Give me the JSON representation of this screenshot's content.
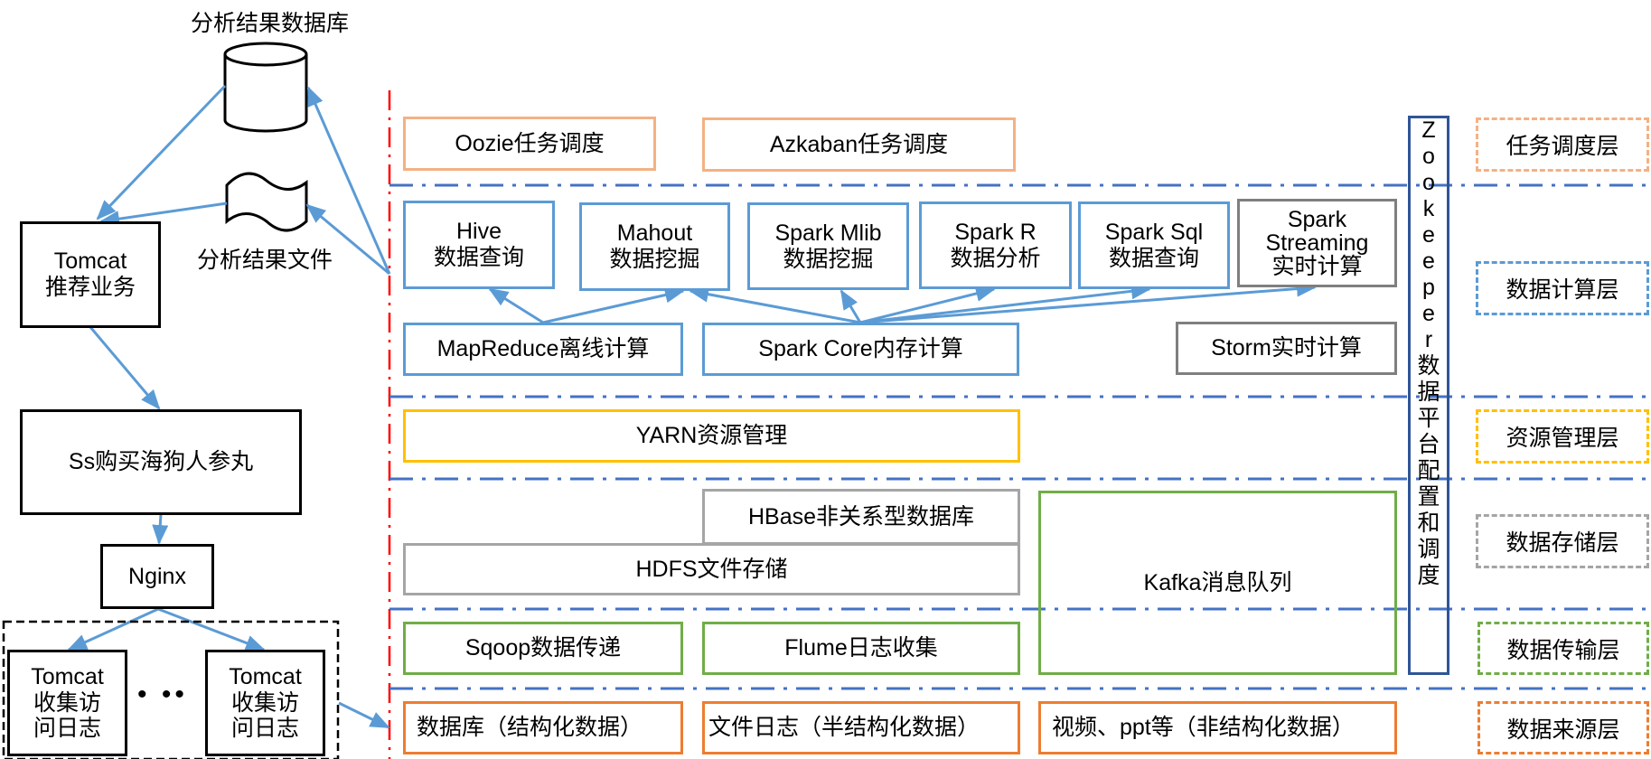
{
  "left": {
    "result_db_label": "分析结果数据库",
    "result_file_label": "分析结果文件",
    "tomcat_recommend": "Tomcat\n推荐业务",
    "web_app": "Ss购买海狗人参丸",
    "nginx": "Nginx",
    "tomcat_collect_1": "Tomcat\n收集访\n问日志",
    "tomcat_collect_2": "Tomcat\n收集访\n问日志",
    "ellipsis": "• ••"
  },
  "scheduling": {
    "oozie": "Oozie任务调度",
    "azkaban": "Azkaban任务调度"
  },
  "compute": {
    "hive": "Hive\n数据查询",
    "mahout": "Mahout\n数据挖掘",
    "spark_mlib": "Spark Mlib\n数据挖掘",
    "spark_r": "Spark R\n数据分析",
    "spark_sql": "Spark Sql\n数据查询",
    "spark_streaming": "Spark\nStreaming\n实时计算",
    "mapreduce": "MapReduce离线计算",
    "spark_core": "Spark Core内存计算",
    "storm": "Storm实时计算"
  },
  "resource": {
    "yarn": "YARN资源管理"
  },
  "storage": {
    "hbase": "HBase非关系型数据库",
    "hdfs": "HDFS文件存储",
    "kafka": "Kafka消息队列"
  },
  "transfer": {
    "sqoop": "Sqoop数据传递",
    "flume": "Flume日志收集"
  },
  "sources": {
    "database": "数据库（结构化数据）",
    "file_log": "文件日志（半结构化数据）",
    "video_ppt": "视频、ppt等（非结构化数据）"
  },
  "zookeeper": {
    "chars": [
      "Z",
      "o",
      "o",
      "k",
      "e",
      "e",
      "p",
      "e",
      "r",
      "数",
      "据",
      "平",
      "台",
      "配",
      "置",
      "和",
      "调",
      "度"
    ]
  },
  "layers": {
    "scheduling": "任务调度层",
    "compute": "数据计算层",
    "resource": "资源管理层",
    "storage": "数据存储层",
    "transfer": "数据传输层",
    "source": "数据来源层"
  },
  "colors": {
    "arrow": "#5b9bd5",
    "separator": "#4472c4",
    "red_divider": "#ff0000",
    "scheduling": "#f4b183",
    "compute": "#5b9bd5",
    "resource": "#ffc000",
    "storage": "#a5a5a5",
    "transfer": "#70ad47",
    "source": "#ed7d31",
    "zookeeper": "#2f5597"
  }
}
